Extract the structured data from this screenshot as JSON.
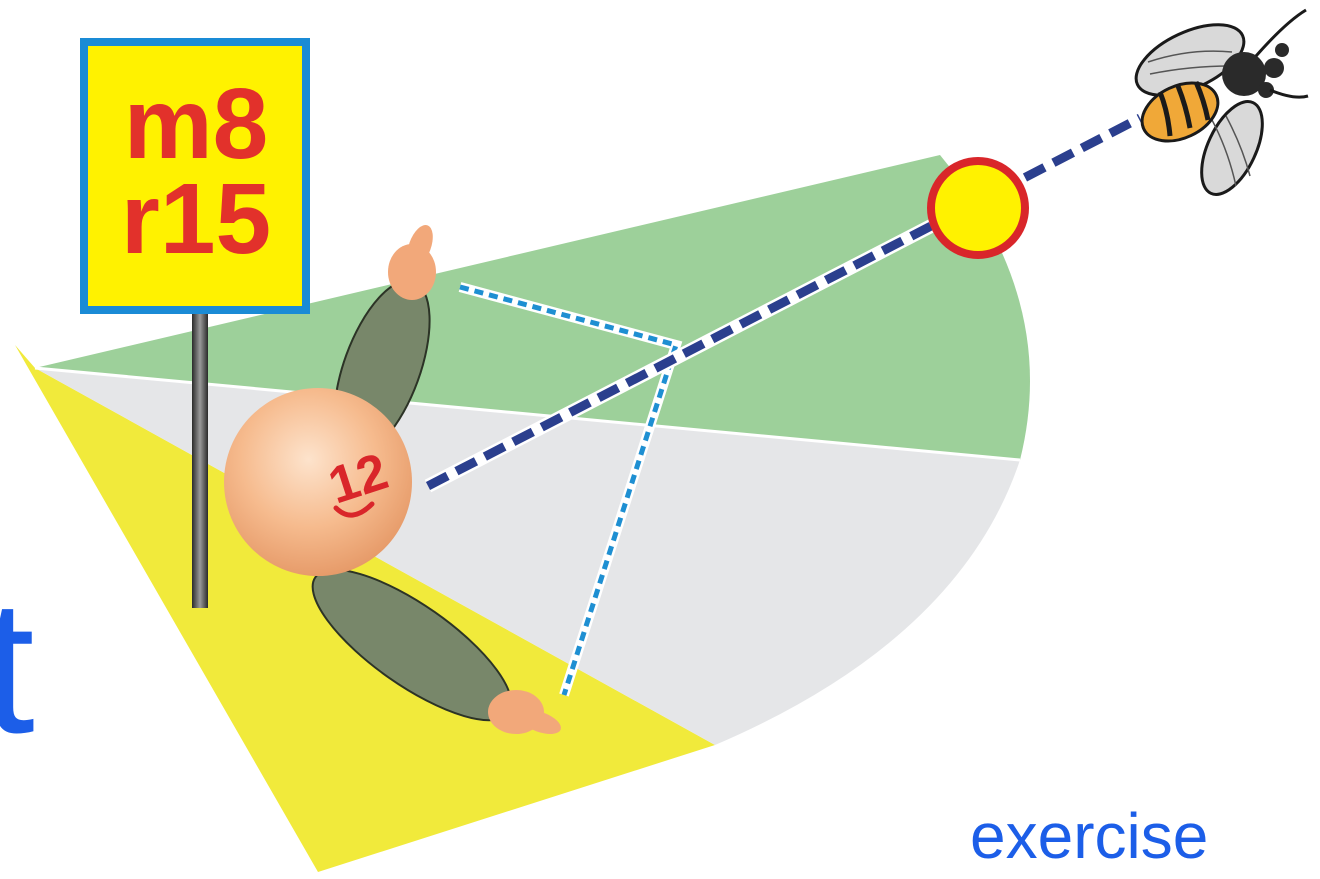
{
  "sign": {
    "line1": "m8",
    "line2": "r15"
  },
  "face_label": "12",
  "partial_word": "t",
  "caption": "exercise",
  "colors": {
    "green_zone": "#9dd09a",
    "grey_zone": "#e5e6e8",
    "yellow_zone": "#f1ea3b",
    "sign_fill": "#fff200",
    "sign_border": "#1a8bd6",
    "sign_text": "#e2312b",
    "text_blue": "#1c5ee8",
    "sight_line": "#2b3f8e",
    "mirror_line": "#1e8fd2",
    "arm": "#78876a",
    "skin": "#f2a87a",
    "target_fill": "#fff200",
    "target_ring": "#d9262a"
  },
  "icons": [
    "signpost-icon",
    "bee-icon",
    "target-dot-icon",
    "person-icon"
  ]
}
